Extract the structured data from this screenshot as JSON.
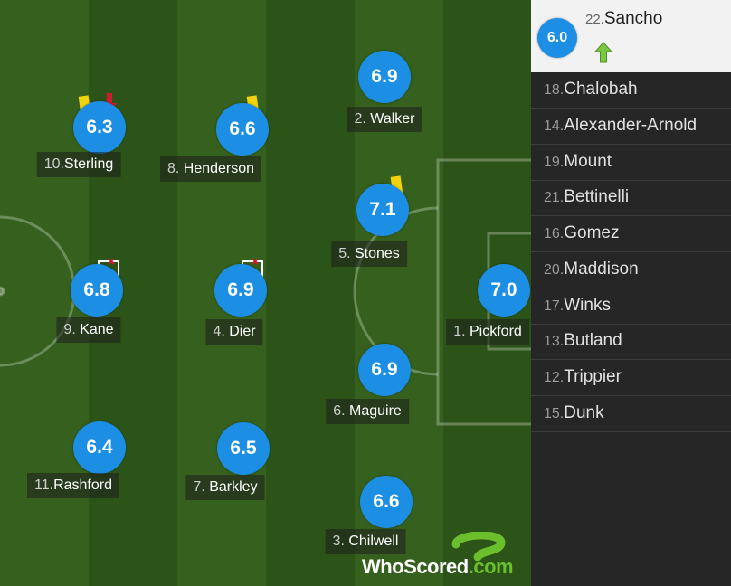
{
  "pitch_players": [
    {
      "id": "walker",
      "number": "2.",
      "name": "Walker",
      "rating": "6.9"
    },
    {
      "id": "sterling",
      "number": "10.",
      "name": "Sterling",
      "rating": "6.3"
    },
    {
      "id": "henderson",
      "number": "8.",
      "name": "Henderson",
      "rating": "6.6"
    },
    {
      "id": "stones",
      "number": "5.",
      "name": "Stones",
      "rating": "7.1"
    },
    {
      "id": "kane",
      "number": "9.",
      "name": "Kane",
      "rating": "6.8"
    },
    {
      "id": "dier",
      "number": "4.",
      "name": "Dier",
      "rating": "6.9"
    },
    {
      "id": "pickford",
      "number": "1.",
      "name": "Pickford",
      "rating": "7.0"
    },
    {
      "id": "maguire",
      "number": "6.",
      "name": "Maguire",
      "rating": "6.9"
    },
    {
      "id": "rashford",
      "number": "11.",
      "name": "Rashford",
      "rating": "6.4"
    },
    {
      "id": "barkley",
      "number": "7.",
      "name": "Barkley",
      "rating": "6.5"
    },
    {
      "id": "chilwell",
      "number": "3.",
      "name": "Chilwell",
      "rating": "6.6"
    }
  ],
  "substitute_in": {
    "number": "22.",
    "name": "Sancho",
    "rating": "6.0",
    "icon": "sub-in-arrow-icon",
    "icon_color": "#7ac943"
  },
  "bench": [
    {
      "number": "18.",
      "name": "Chalobah"
    },
    {
      "number": "14.",
      "name": "Alexander-Arnold"
    },
    {
      "number": "19.",
      "name": "Mount"
    },
    {
      "number": "21.",
      "name": "Bettinelli"
    },
    {
      "number": "16.",
      "name": "Gomez"
    },
    {
      "number": "20.",
      "name": "Maddison"
    },
    {
      "number": "17.",
      "name": "Winks"
    },
    {
      "number": "13.",
      "name": "Butland"
    },
    {
      "number": "12.",
      "name": "Trippier"
    },
    {
      "number": "15.",
      "name": "Dunk"
    }
  ],
  "events": {
    "yellow_card": [
      "sterling",
      "henderson",
      "stones"
    ],
    "substituted_off": [
      "sterling"
    ],
    "missed_shot": [
      "kane",
      "dier"
    ],
    "colors": {
      "yellow_card": "#f2d20a",
      "sub_off_arrow": "#d11a2a",
      "rating_circle": "#1c8ee3"
    }
  },
  "logo": {
    "text_main": "WhoScored",
    "text_dot": ".com"
  }
}
